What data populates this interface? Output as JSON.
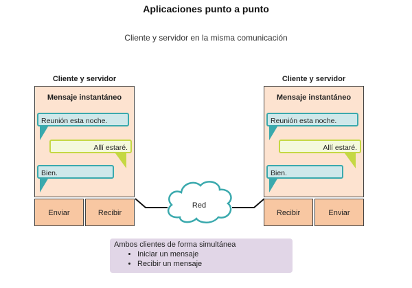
{
  "title": "Aplicaciones punto a punto",
  "subtitle": "Cliente y servidor en la misma comunicación",
  "left_peer": {
    "label": "Cliente y servidor",
    "app_title": "Mensaje instantáneo",
    "messages": [
      "Reunión esta noche.",
      "Allí estaré.",
      "Bien."
    ],
    "buttons": [
      "Enviar",
      "Recibir"
    ]
  },
  "right_peer": {
    "label": "Cliente y servidor",
    "app_title": "Mensaje instantáneo",
    "messages": [
      "Reunión esta noche.",
      "Allí estaré.",
      "Bien."
    ],
    "buttons": [
      "Recibir",
      "Enviar"
    ]
  },
  "network": {
    "label": "Red"
  },
  "note": {
    "heading": "Ambos clientes de forma simultánea",
    "items": [
      "Iniciar un mensaje",
      "Recibir un mensaje"
    ]
  },
  "colors": {
    "panel_bg": "#fde3d0",
    "button_bg": "#f8c7a2",
    "bubble_teal": "#3aa9ad",
    "bubble_green": "#c5d844",
    "cloud_stroke": "#3aa9ad",
    "note_bg": "#e1d6e7"
  }
}
